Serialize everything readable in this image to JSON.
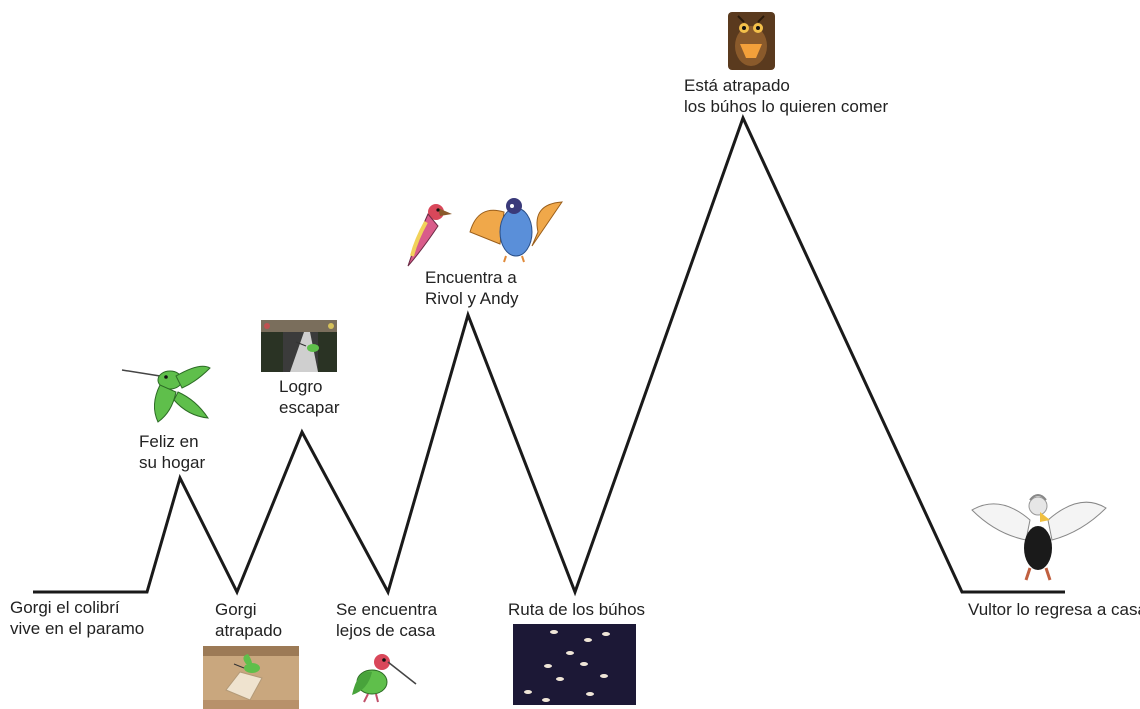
{
  "diagram": {
    "line_color": "#1a1a1a",
    "events": [
      {
        "id": "start",
        "lines": [
          "Gorgi el colibrí",
          "vive en el paramo"
        ],
        "illustration": "hummingbird-none"
      },
      {
        "id": "happy",
        "lines": [
          "Feliz en",
          "su hogar"
        ],
        "illustration": "hummingbird-flying-icon"
      },
      {
        "id": "trapped1",
        "lines": [
          "Gorgi",
          "atrapado"
        ],
        "illustration": "trapped-box-photo-icon"
      },
      {
        "id": "escape",
        "lines": [
          "Logro",
          "escapar"
        ],
        "illustration": "escape-scene-icon"
      },
      {
        "id": "far",
        "lines": [
          "Se encuentra",
          "lejos de casa"
        ],
        "illustration": "hummingbird-standing-icon"
      },
      {
        "id": "meet",
        "lines": [
          "Encuentra a",
          "Rivol y Andy"
        ],
        "illustration": "woodpecker-and-bird-icons"
      },
      {
        "id": "owl-route",
        "lines": [
          "Ruta de los búhos"
        ],
        "illustration": "night-owls-scene-icon"
      },
      {
        "id": "climax",
        "lines": [
          "Está atrapado",
          "los búhos lo quieren comer"
        ],
        "illustration": "owl-icon"
      },
      {
        "id": "end",
        "lines": [
          "Vultor lo regresa a casa"
        ],
        "illustration": "vulture-icon"
      }
    ]
  }
}
